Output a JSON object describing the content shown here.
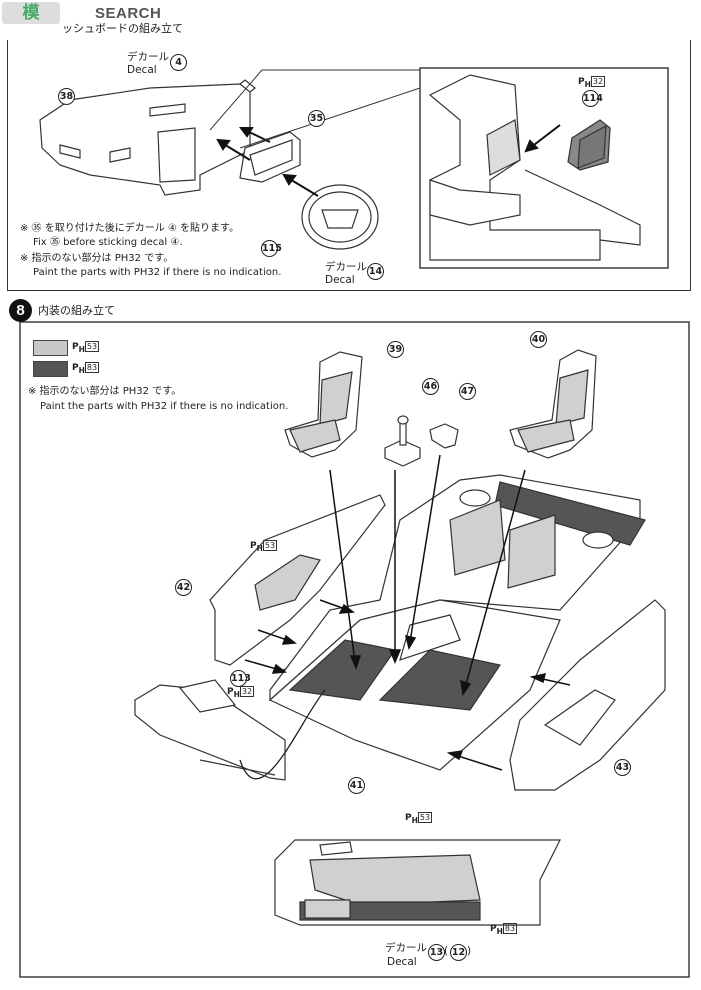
{
  "header": {
    "logo_text": "SEARCH",
    "step7_title": "ッシュボードの組み立て"
  },
  "step7": {
    "decal_label_jp_1": "デカール",
    "decal_label_en_1": "Decal",
    "decal_label_jp_2": "デカール",
    "decal_label_en_2": "Decal",
    "note1_jp": "※ ㉟ を取り付けた後にデカール ④ を貼ります。",
    "note1_en": "Fix ㉟ before sticking decal ④.",
    "note2_jp": "※ 指示のない部分は PH32 です。",
    "note2_en": "Paint the parts with PH32 if there is no indication.",
    "parts": {
      "p4": "4",
      "p38": "38",
      "p35": "35",
      "p115": "115",
      "p14": "14",
      "p114": "114"
    },
    "paint_inset": {
      "prefix": "P",
      "sub": "H",
      "code": "32"
    }
  },
  "step8": {
    "number": "8",
    "title": "内装の組み立て",
    "legend": [
      {
        "prefix": "P",
        "sub": "H",
        "code": "53",
        "color": "#c8c8c8"
      },
      {
        "prefix": "P",
        "sub": "H",
        "code": "83",
        "color": "#555555"
      }
    ],
    "note_jp": "※ 指示のない部分は PH32 です。",
    "note_en": "Paint the parts with PH32 if there is no indication.",
    "parts": {
      "p39": "39",
      "p40": "40",
      "p46": "46",
      "p47": "47",
      "p42": "42",
      "p113": "113",
      "p41": "41",
      "p43": "43",
      "p13": "13",
      "p12": "12"
    },
    "paint_labels": {
      "door_left": {
        "prefix": "P",
        "sub": "H",
        "code": "53"
      },
      "p113": {
        "prefix": "P",
        "sub": "H",
        "code": "32"
      },
      "door_detail_top": {
        "prefix": "P",
        "sub": "H",
        "code": "53"
      },
      "door_detail_bottom": {
        "prefix": "P",
        "sub": "H",
        "code": "83"
      }
    },
    "decal_label_jp": "デカール",
    "decal_label_en": "Decal"
  }
}
